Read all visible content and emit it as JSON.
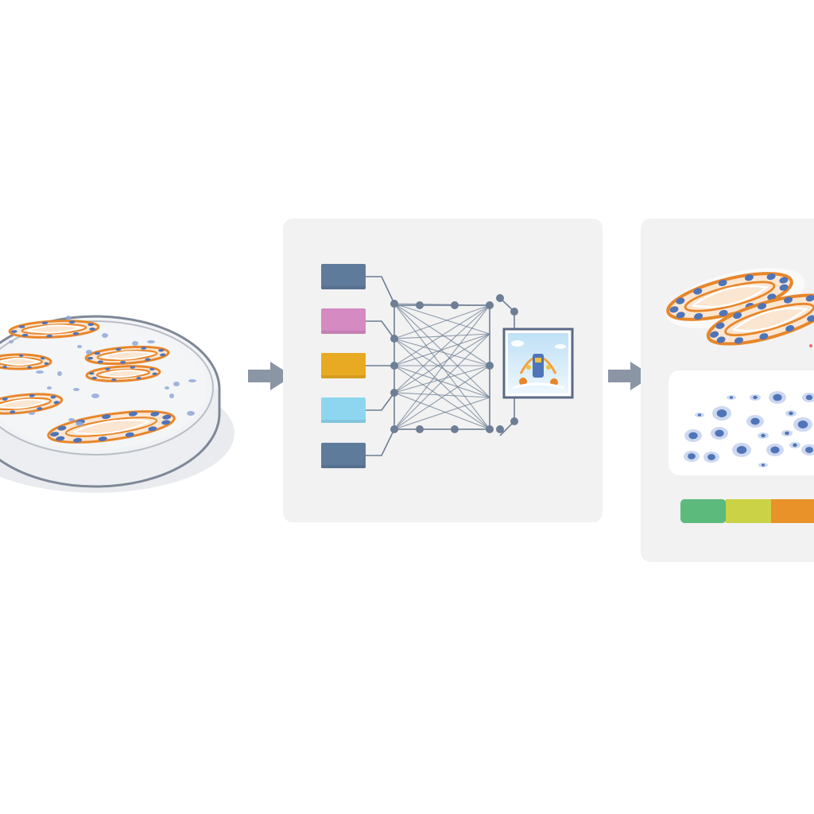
{
  "diagram": {
    "stages": [
      {
        "id": "sample",
        "depicts": "petri-dish-with-cells"
      },
      {
        "id": "model",
        "depicts": "neural-network-with-colored-inputs-and-output-image"
      },
      {
        "id": "results",
        "depicts": "segmented-cells-and-classified-nuclei-with-score-bar"
      }
    ],
    "arrows": [
      {
        "from": "sample",
        "to": "model",
        "icon": "arrow-right-icon"
      },
      {
        "from": "model",
        "to": "results",
        "icon": "arrow-right-icon"
      }
    ],
    "input_colors": [
      "#5f7b9c",
      "#d58ac2",
      "#e8aa22",
      "#8ed6ef",
      "#5f7b9c"
    ],
    "score_bar_colors": [
      "#5cba7d",
      "#ccd245",
      "#e9922a"
    ],
    "palette": {
      "panel": "#f2f2f2",
      "cell_outline": "#e8862a",
      "nucleus": "#4f74b8",
      "network": "#6d7e95",
      "arrow": "#8a95a6",
      "dish_rim": "#7f8898"
    }
  }
}
